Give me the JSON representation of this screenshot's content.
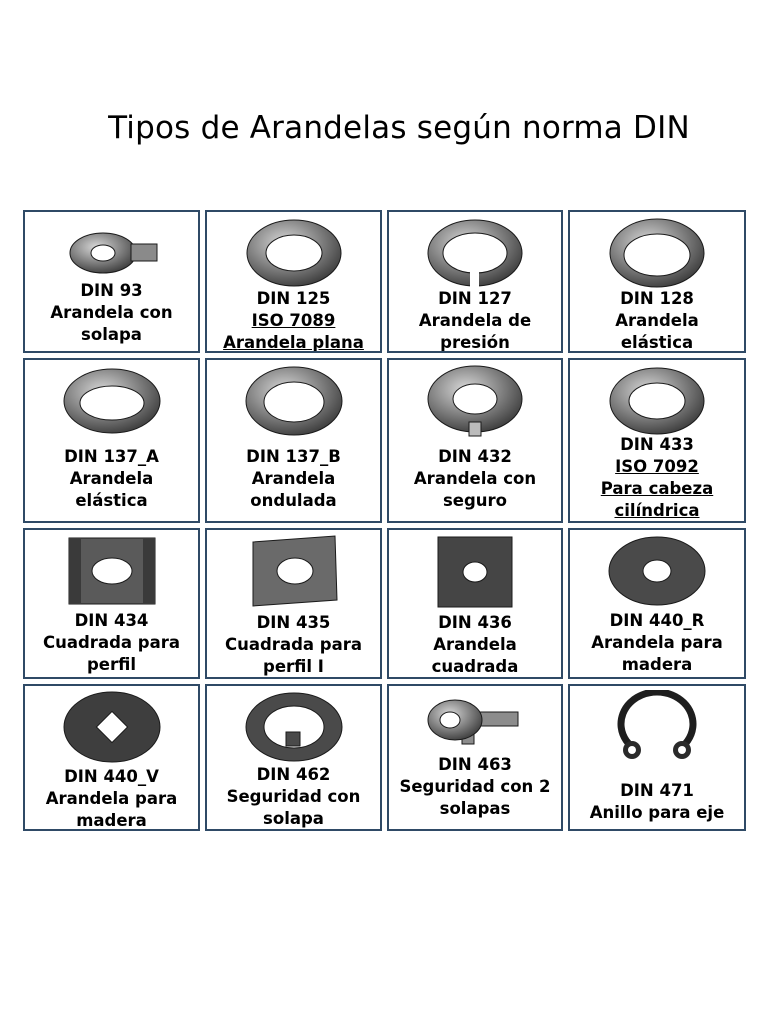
{
  "page": {
    "title": "Tipos de Arandelas según norma DIN"
  },
  "rows": [
    [
      {
        "code": "DIN 93",
        "lines": [
          "Arandela con",
          "solapa"
        ],
        "underline": [],
        "icon": "tab-washer-icon"
      },
      {
        "code": "DIN 125",
        "lines": [
          "ISO 7089",
          "Arandela plana"
        ],
        "underline": [
          0,
          1
        ],
        "icon": "flat-washer-icon"
      },
      {
        "code": "DIN 127",
        "lines": [
          "Arandela de",
          "presión"
        ],
        "underline": [],
        "icon": "split-lock-washer-icon"
      },
      {
        "code": "DIN 128",
        "lines": [
          "Arandela",
          "elástica"
        ],
        "underline": [],
        "icon": "curved-spring-washer-icon"
      }
    ],
    [
      {
        "code": "DIN 137_A",
        "lines": [
          "Arandela",
          "elástica"
        ],
        "underline": [],
        "icon": "curved-washer-icon"
      },
      {
        "code": "DIN 137_B",
        "lines": [
          "Arandela",
          "ondulada"
        ],
        "underline": [],
        "icon": "wave-washer-icon"
      },
      {
        "code": "DIN 432",
        "lines": [
          "Arandela con",
          "seguro"
        ],
        "underline": [],
        "icon": "tab-lock-washer-icon"
      },
      {
        "code": "DIN 433",
        "lines": [
          "ISO 7092",
          "Para cabeza",
          "cilíndrica"
        ],
        "underline": [
          0,
          1,
          2
        ],
        "icon": "small-flat-washer-icon"
      }
    ],
    [
      {
        "code": "DIN 434",
        "lines": [
          "Cuadrada para",
          "perfil"
        ],
        "underline": [],
        "icon": "square-channel-washer-icon"
      },
      {
        "code": "DIN 435",
        "lines": [
          "Cuadrada para",
          "perfil I"
        ],
        "underline": [],
        "icon": "square-beam-washer-icon"
      },
      {
        "code": "DIN 436",
        "lines": [
          "Arandela",
          "cuadrada"
        ],
        "underline": [],
        "icon": "square-washer-icon"
      },
      {
        "code": "DIN 440_R",
        "lines": [
          "Arandela para",
          "madera"
        ],
        "underline": [],
        "icon": "wood-washer-icon"
      }
    ],
    [
      {
        "code": "DIN 440_V",
        "lines": [
          "Arandela para",
          "madera"
        ],
        "underline": [],
        "icon": "square-hole-washer-icon"
      },
      {
        "code": "DIN 462",
        "lines": [
          "Seguridad con",
          "solapa"
        ],
        "underline": [],
        "icon": "inner-tab-washer-icon"
      },
      {
        "code": "DIN 463",
        "lines": [
          "Seguridad con 2",
          "solapas"
        ],
        "underline": [],
        "icon": "double-tab-washer-icon"
      },
      {
        "code": "DIN 471",
        "lines": [
          "Anillo para eje"
        ],
        "underline": [],
        "icon": "retaining-ring-icon"
      }
    ]
  ]
}
